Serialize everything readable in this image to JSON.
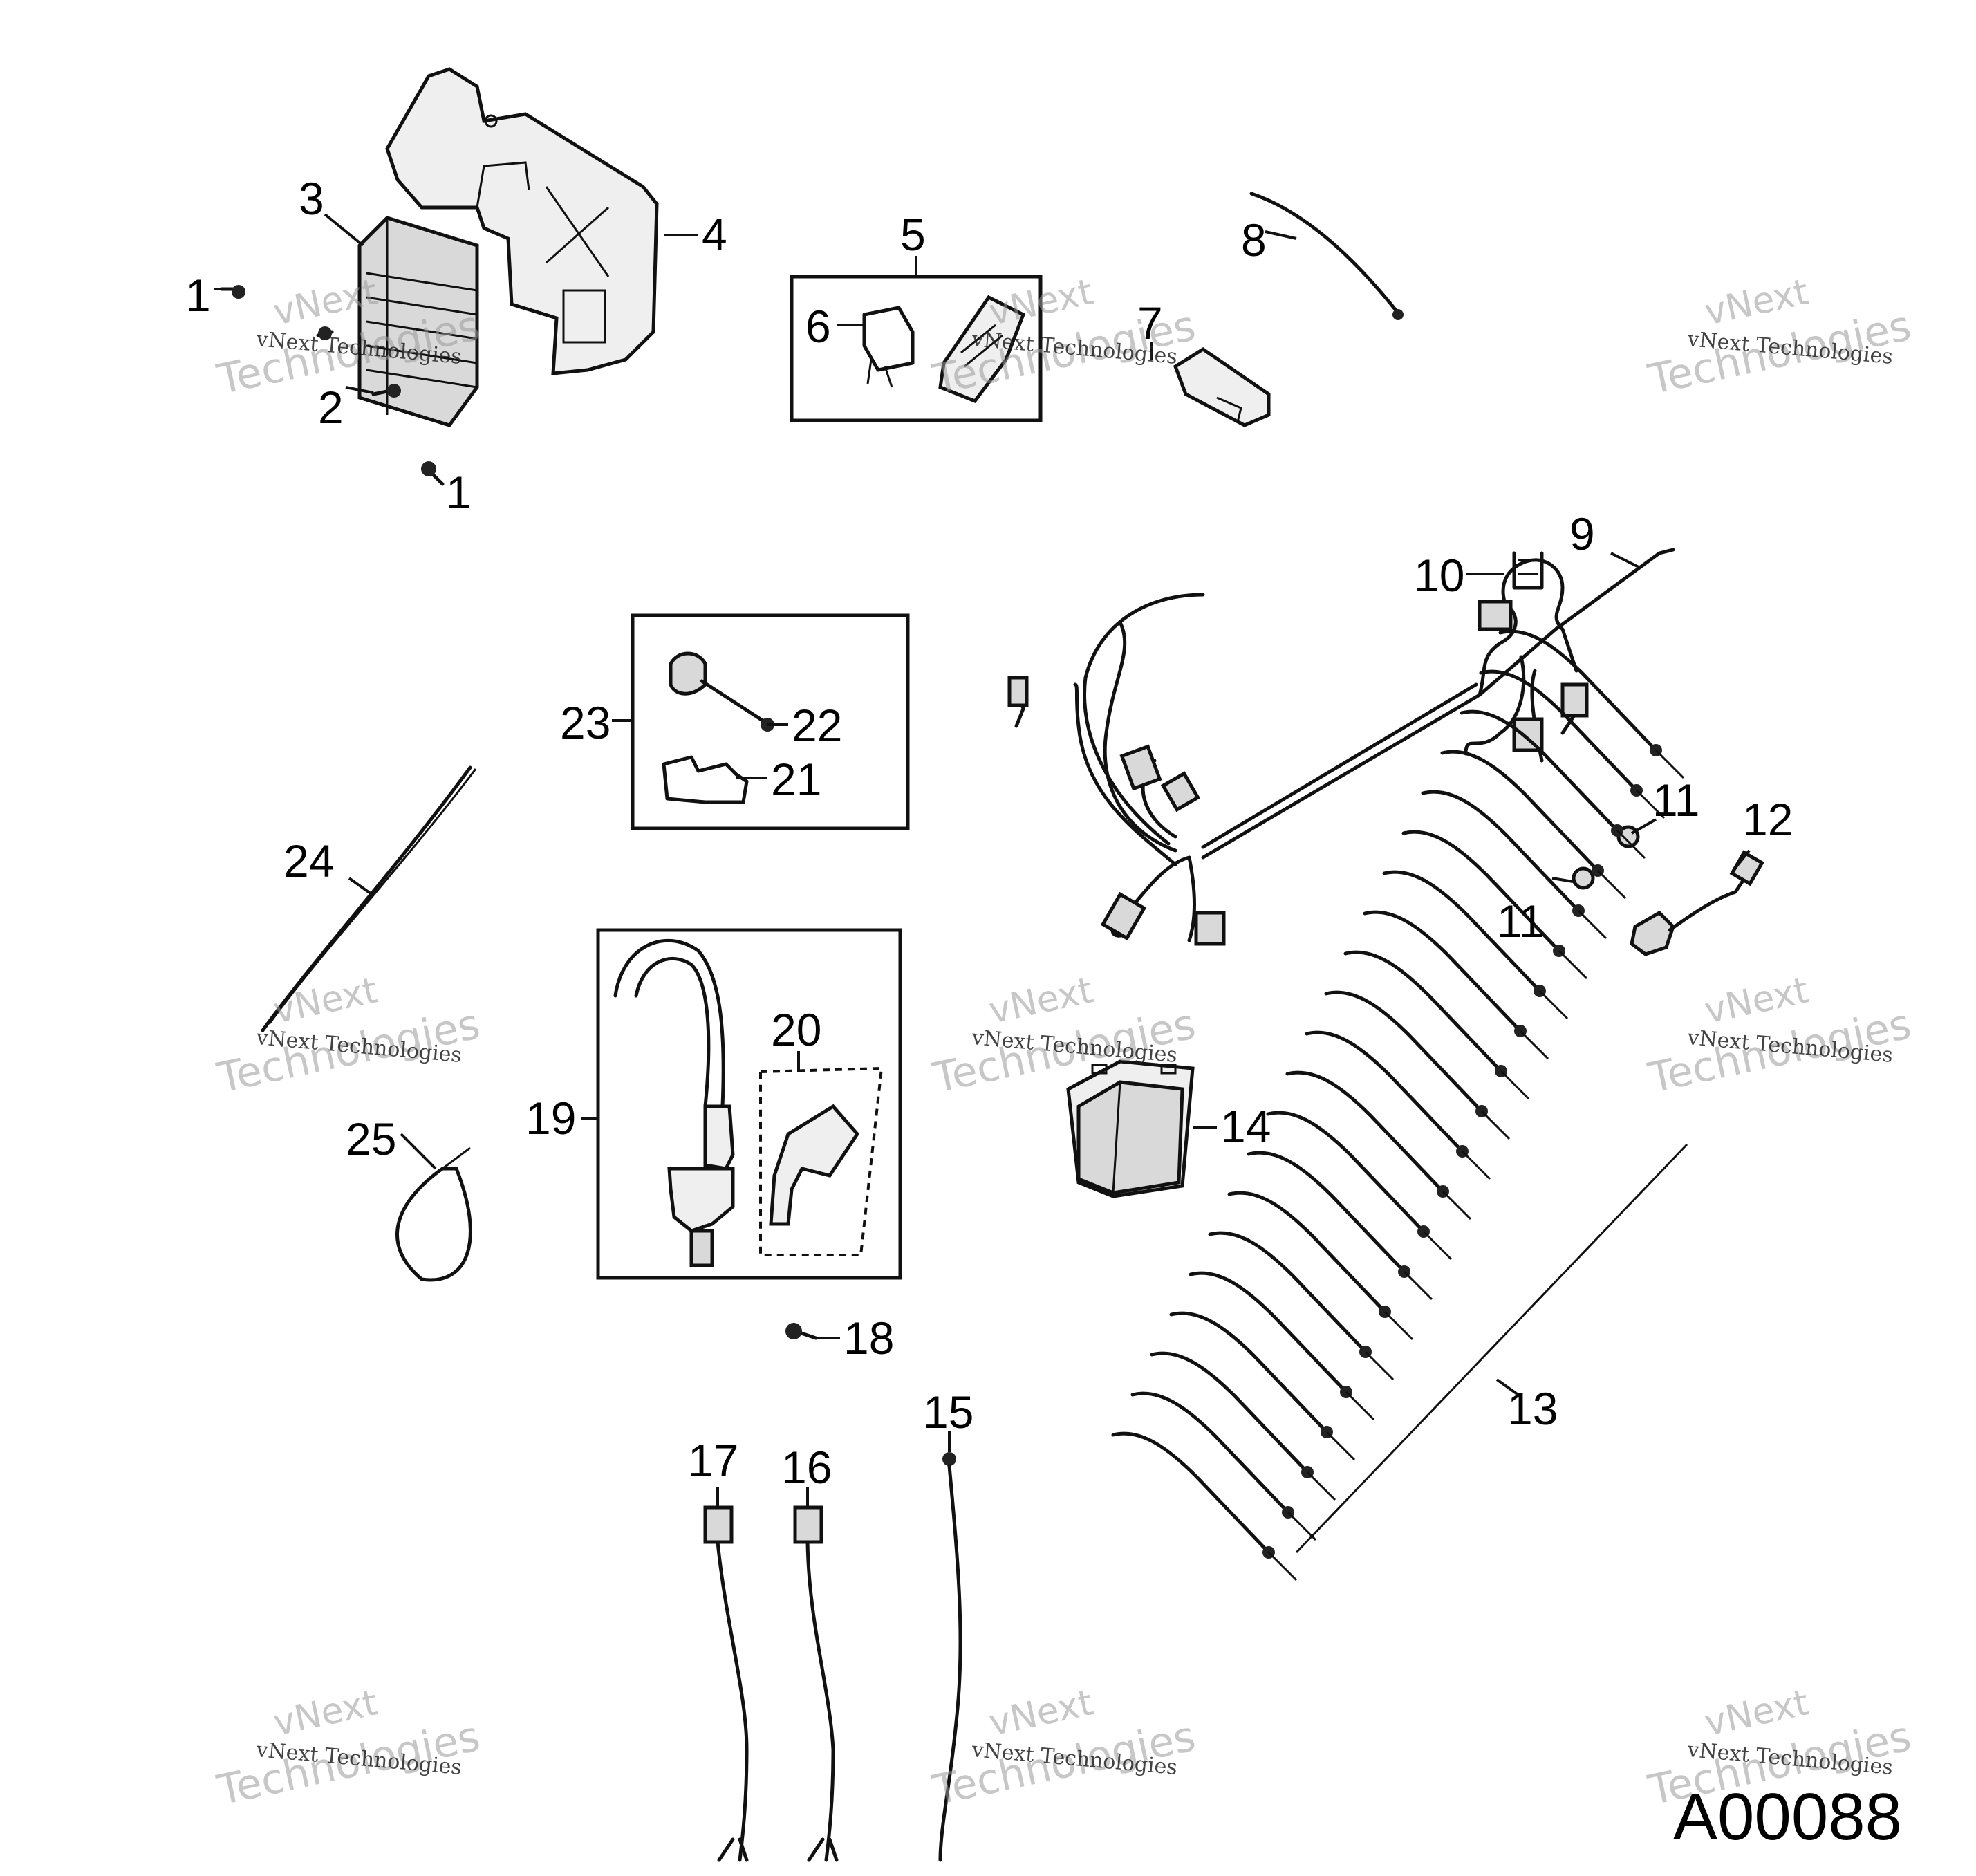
{
  "diagram": {
    "drawing_code": "A00088",
    "watermark": {
      "line1": "vNext",
      "line2": "Technologies",
      "caption": "vNext Technologies"
    },
    "callouts": [
      {
        "id": "c1a",
        "label": "1"
      },
      {
        "id": "c1b",
        "label": "1"
      },
      {
        "id": "c2",
        "label": "2"
      },
      {
        "id": "c3",
        "label": "3"
      },
      {
        "id": "c4",
        "label": "4"
      },
      {
        "id": "c5",
        "label": "5"
      },
      {
        "id": "c6",
        "label": "6"
      },
      {
        "id": "c7",
        "label": "7"
      },
      {
        "id": "c8",
        "label": "8"
      },
      {
        "id": "c9",
        "label": "9"
      },
      {
        "id": "c10",
        "label": "10"
      },
      {
        "id": "c11a",
        "label": "11"
      },
      {
        "id": "c11b",
        "label": "11"
      },
      {
        "id": "c12",
        "label": "12"
      },
      {
        "id": "c13",
        "label": "13"
      },
      {
        "id": "c14",
        "label": "14"
      },
      {
        "id": "c15",
        "label": "15"
      },
      {
        "id": "c16",
        "label": "16"
      },
      {
        "id": "c17",
        "label": "17"
      },
      {
        "id": "c18",
        "label": "18"
      },
      {
        "id": "c19",
        "label": "19"
      },
      {
        "id": "c20",
        "label": "20"
      },
      {
        "id": "c21",
        "label": "21"
      },
      {
        "id": "c22",
        "label": "22"
      },
      {
        "id": "c23",
        "label": "23"
      },
      {
        "id": "c24",
        "label": "24"
      },
      {
        "id": "c25",
        "label": "25"
      }
    ]
  }
}
